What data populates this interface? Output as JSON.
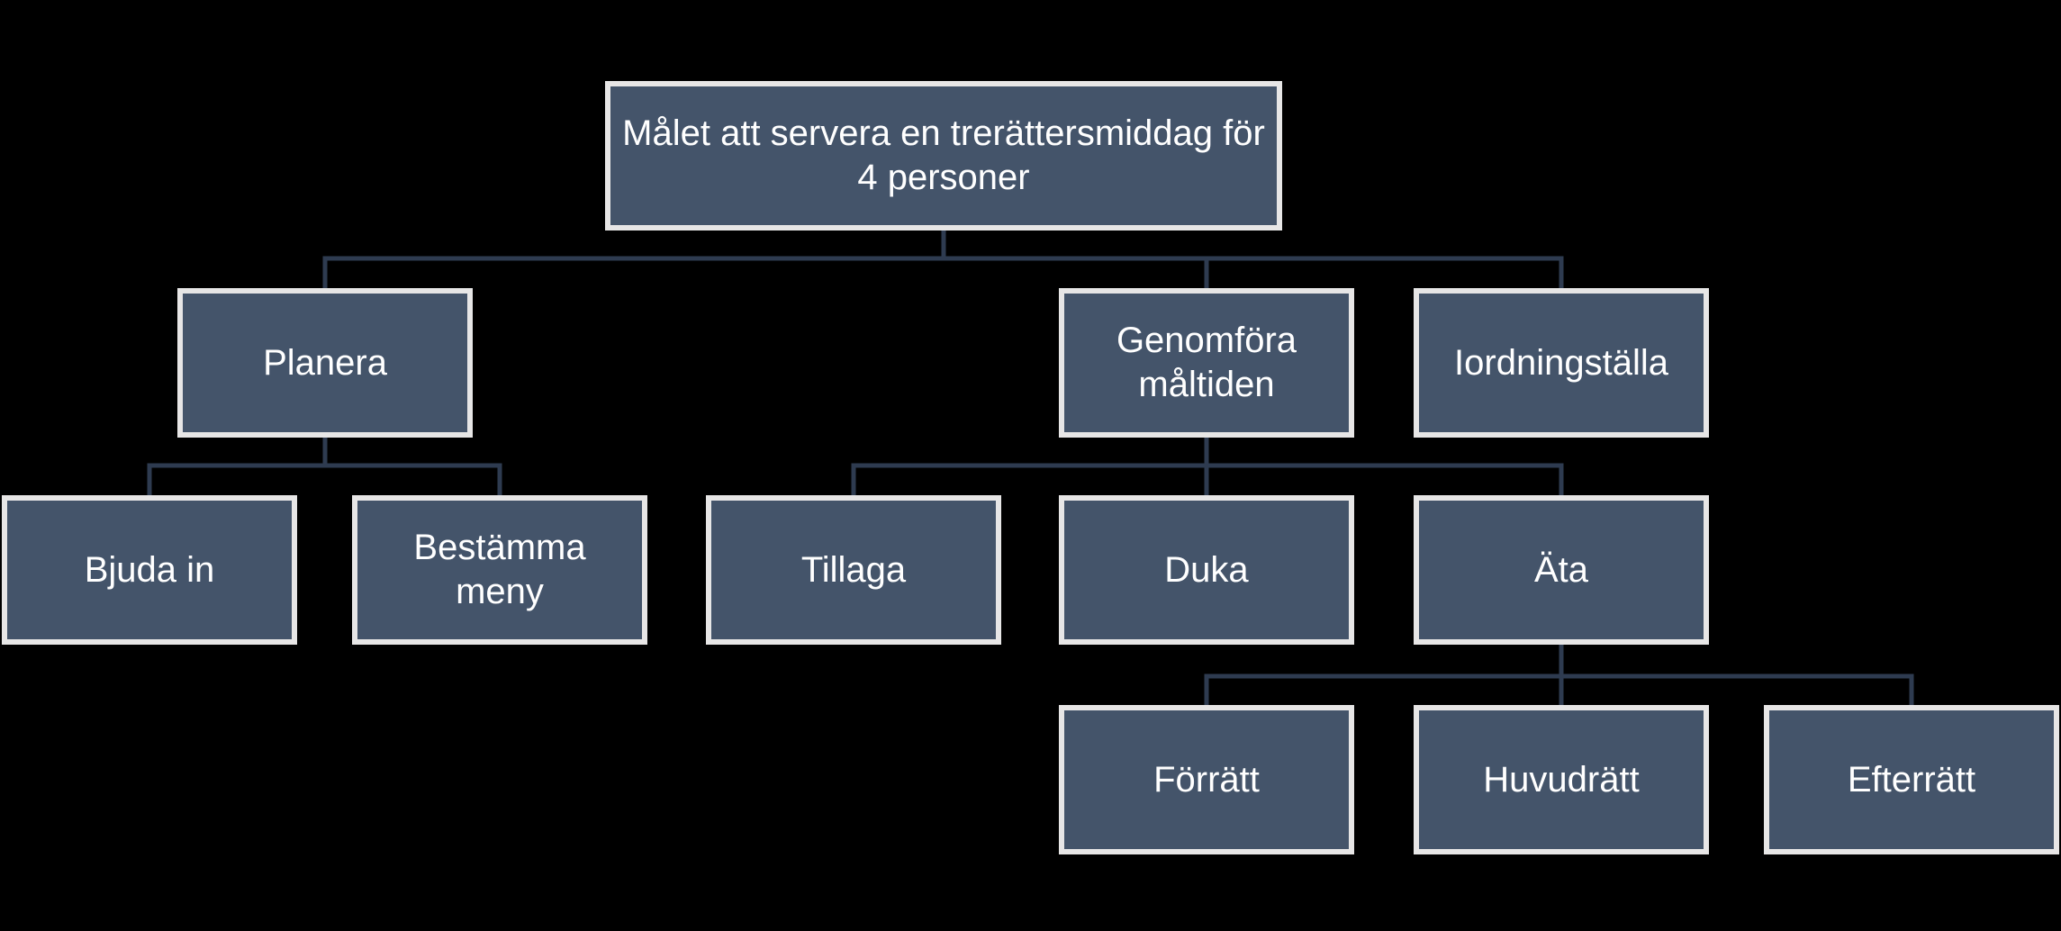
{
  "diagram": {
    "type": "hierarchy-org-chart",
    "language": "sv",
    "background_color": "#000000",
    "node_fill_color": "#44546A",
    "node_border_color": "#E7E6E6",
    "node_text_color": "#FFFFFF",
    "connector_color": "#2E3B50",
    "nodes": {
      "root": {
        "label": "Målet att servera en trerättersmiddag för 4 personer",
        "level": 1
      },
      "planera": {
        "label": "Planera",
        "level": 2
      },
      "genomfora_maltiden": {
        "label": "Genomföra måltiden",
        "level": 2
      },
      "iordningstalla": {
        "label": "Iordningställa",
        "level": 2
      },
      "bjuda_in": {
        "label": "Bjuda in",
        "level": 3
      },
      "bestamma_meny": {
        "label": "Bestämma meny",
        "level": 3
      },
      "tillaga": {
        "label": "Tillaga",
        "level": 3
      },
      "duka": {
        "label": "Duka",
        "level": 3
      },
      "ata": {
        "label": "Äta",
        "level": 3
      },
      "forratt": {
        "label": "Förrätt",
        "level": 4
      },
      "huvudratt": {
        "label": "Huvudrätt",
        "level": 4
      },
      "efterratt": {
        "label": "Efterrätt",
        "level": 4
      }
    },
    "hierarchy": {
      "root": [
        "planera",
        "genomfora_maltiden",
        "iordningstalla"
      ],
      "planera": [
        "bjuda_in",
        "bestamma_meny"
      ],
      "genomfora_maltiden": [
        "tillaga",
        "duka",
        "ata"
      ],
      "ata": [
        "forratt",
        "huvudratt",
        "efterratt"
      ]
    }
  }
}
